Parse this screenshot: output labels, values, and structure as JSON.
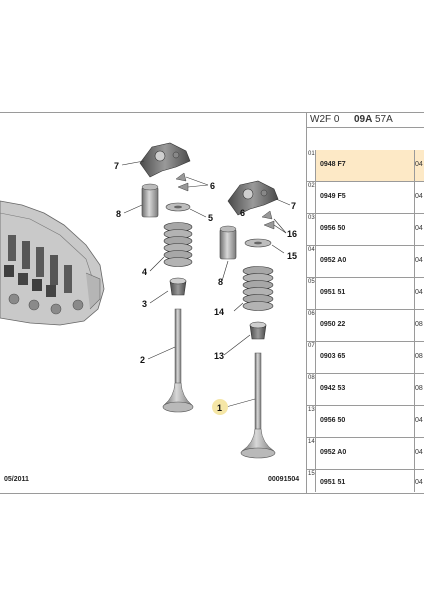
{
  "header": {
    "code_a": "W2F 0",
    "code_b": "09A",
    "code_c": "57A"
  },
  "rows": [
    {
      "index": "01",
      "ref": "0948 F7",
      "qty": "04"
    },
    {
      "index": "02",
      "ref": "0949 F5",
      "qty": "04"
    },
    {
      "index": "03",
      "ref": "0956 50",
      "qty": "04"
    },
    {
      "index": "04",
      "ref": "0952 A0",
      "qty": "04"
    },
    {
      "index": "05",
      "ref": "0951 51",
      "qty": "04"
    },
    {
      "index": "06",
      "ref": "0950 22",
      "qty": "08"
    },
    {
      "index": "07",
      "ref": "0903 65",
      "qty": "08"
    },
    {
      "index": "08",
      "ref": "0942 53",
      "qty": "08"
    },
    {
      "index": "13",
      "ref": "0956 50",
      "qty": "04"
    },
    {
      "index": "14",
      "ref": "0952 A0",
      "qty": "04"
    },
    {
      "index": "15",
      "ref": "0951 51",
      "qty": "04"
    }
  ],
  "footer": {
    "date": "05/2011",
    "code": "00091504"
  },
  "callouts": [
    "7",
    "6",
    "8",
    "5",
    "4",
    "3",
    "2",
    "1",
    "7",
    "16",
    "6",
    "15",
    "8",
    "14",
    "13"
  ],
  "colors": {
    "highlight": "#fde9c6",
    "callout_fill": "#f5e6a6",
    "line": "#9a9a9a"
  }
}
